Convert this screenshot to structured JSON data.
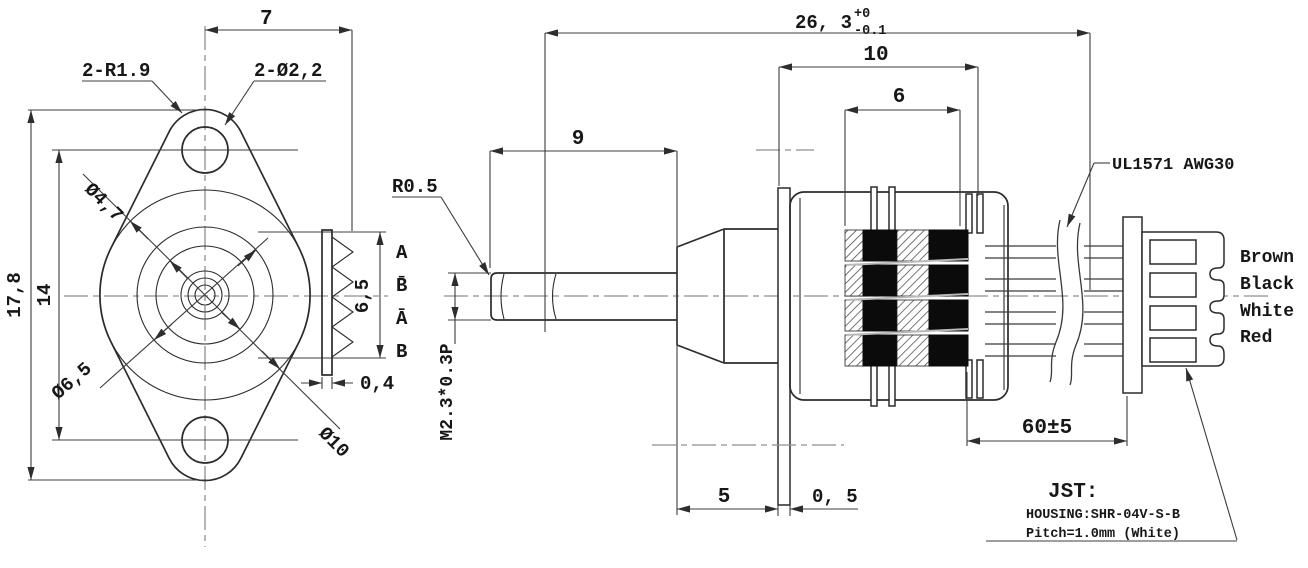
{
  "colors": {
    "background": "#ffffff",
    "line": "#2b2b2b",
    "centerline": "#8f8f8f",
    "winding_fill": "#0b0b0b",
    "text": "#171717"
  },
  "front_view": {
    "dims": {
      "top_width": "7",
      "overall_height": "17,8",
      "hole_spacing": "14",
      "ear_radius": "2-R1.9",
      "hole_dia": "2-Ø2,2",
      "dia_inner": "Ø4,7",
      "dia_mid": "Ø6,5",
      "dia_body": "Ø10"
    },
    "coil": {
      "height": "6,5",
      "plate": "0,4",
      "phases": [
        "A",
        "B̄",
        "Ā",
        "B"
      ]
    }
  },
  "side_view": {
    "dims": {
      "total": "26, 3",
      "tol_plus": "+0",
      "tol_minus": "-0.1",
      "body": "10",
      "stack": "6",
      "shaft": "9",
      "tip": "R0.5",
      "thread": "M2.3*0.3P",
      "boss": "5",
      "flange": "0, 5",
      "leads": "60±5"
    },
    "cable": {
      "spec": "UL1571 AWG30",
      "colors": [
        "Brown",
        "Black",
        "White",
        "Red"
      ]
    },
    "connector": {
      "title": "JST:",
      "housing": "HOUSING:SHR-04V-S-B",
      "pitch": "Pitch=1.0mm (White)"
    }
  }
}
